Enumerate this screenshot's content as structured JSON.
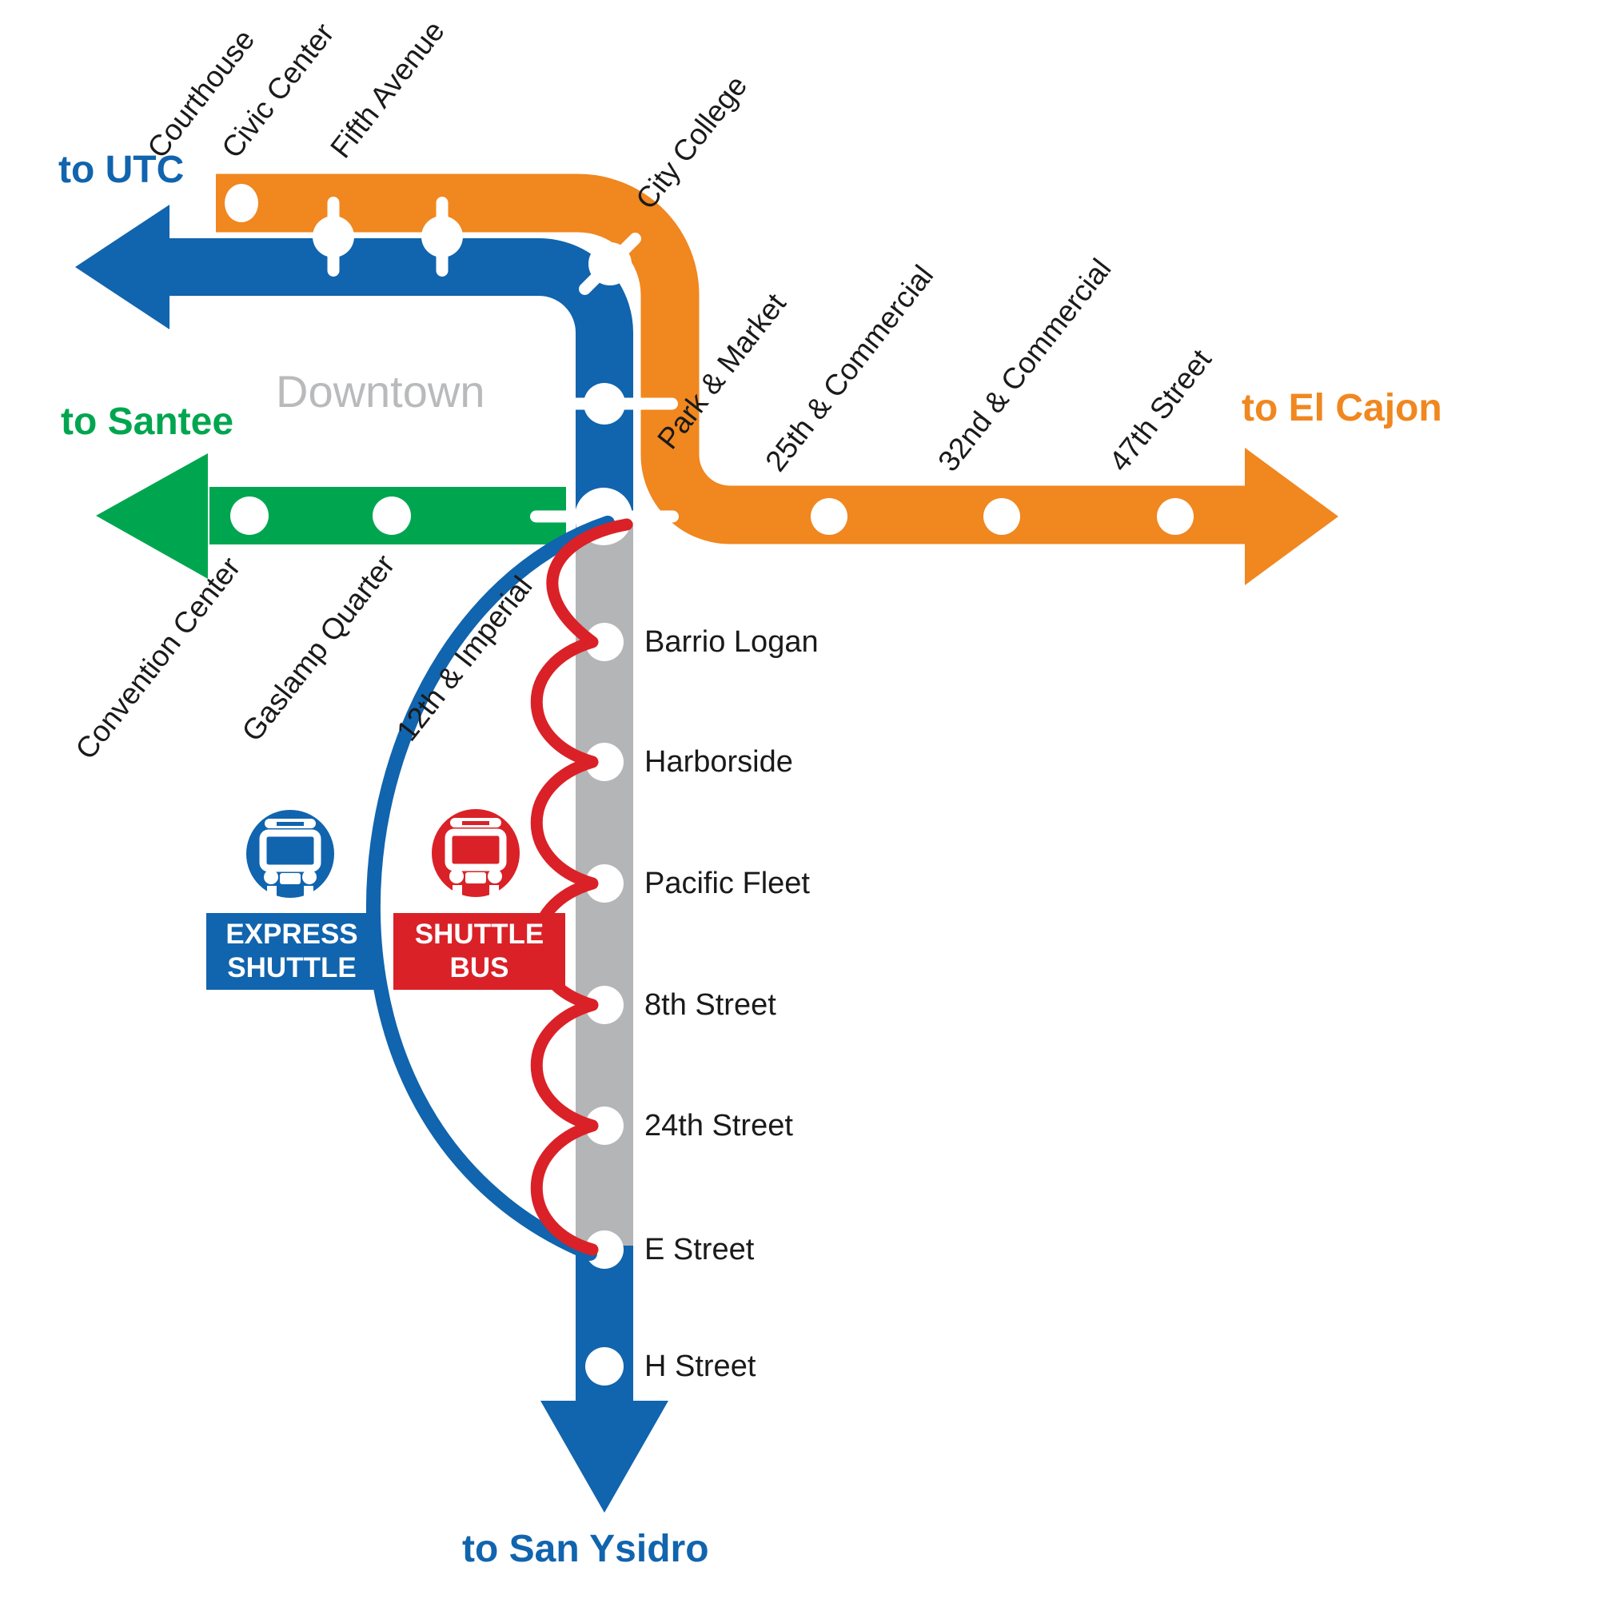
{
  "colors": {
    "blue": "#1164ae",
    "orange": "#f0871f",
    "green": "#00a64f",
    "red": "#da2127",
    "gray": "#b4b5b7"
  },
  "terminals": {
    "utc": "to UTC",
    "santee": "to Santee",
    "el_cajon": "to El Cajon",
    "san_ysidro": "to San Ysidro"
  },
  "area": {
    "downtown": "Downtown"
  },
  "stations": {
    "top": [
      "Courthouse",
      "Civic Center",
      "Fifth Avenue",
      "City College"
    ],
    "east": [
      "Park & Market",
      "25th & Commercial",
      "32nd & Commercial",
      "47th Street"
    ],
    "green_line": [
      "Convention Center",
      "Gaslamp Quarter"
    ],
    "junction": "12th & Imperial",
    "south": [
      "Barrio Logan",
      "Harborside",
      "Pacific Fleet",
      "8th Street",
      "24th Street",
      "E Street",
      "H Street"
    ]
  },
  "legend": {
    "express_shuttle": {
      "line1": "EXPRESS",
      "line2": "SHUTTLE"
    },
    "shuttle_bus": {
      "line1": "SHUTTLE",
      "line2": "BUS"
    }
  }
}
